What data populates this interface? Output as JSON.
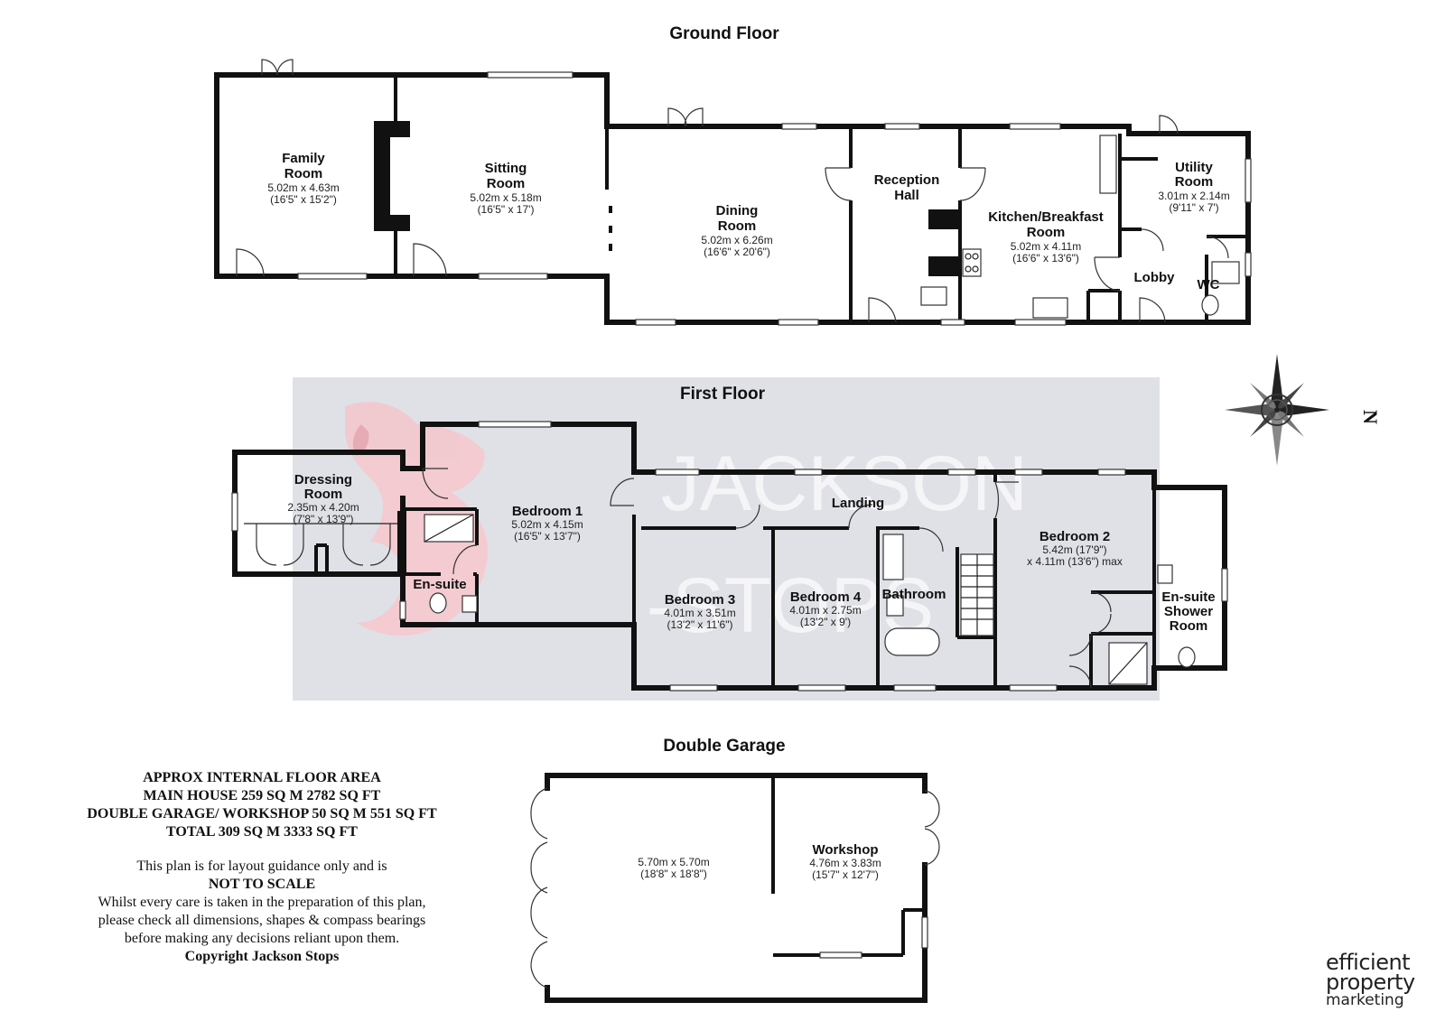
{
  "floors": {
    "ground": "Ground Floor",
    "first": "First Floor",
    "garage": "Double Garage"
  },
  "ground_rooms": {
    "family": {
      "name_1": "Family",
      "name_2": "Room",
      "metric": "5.02m x 4.63m",
      "imperial": "(16'5\" x 15'2\")"
    },
    "sitting": {
      "name_1": "Sitting",
      "name_2": "Room",
      "metric": "5.02m x 5.18m",
      "imperial": "(16'5\" x 17')"
    },
    "dining": {
      "name_1": "Dining",
      "name_2": "Room",
      "metric": "5.02m x 6.26m",
      "imperial": "(16'6\" x 20'6\")"
    },
    "reception": {
      "name_1": "Reception",
      "name_2": "Hall"
    },
    "kitchen": {
      "name_1": "Kitchen/Breakfast",
      "name_2": "Room",
      "metric": "5.02m x 4.11m",
      "imperial": "(16'6\" x 13'6\")"
    },
    "utility": {
      "name_1": "Utility",
      "name_2": "Room",
      "metric": "3.01m x 2.14m",
      "imperial": "(9'11\" x 7')"
    },
    "lobby": {
      "name": "Lobby"
    },
    "wc": {
      "name": "WC"
    }
  },
  "first_rooms": {
    "dressing": {
      "name_1": "Dressing",
      "name_2": "Room",
      "metric": "2.35m x 4.20m",
      "imperial": "(7'8\" x 13'9\")"
    },
    "bedroom1": {
      "name": "Bedroom 1",
      "metric": "5.02m x 4.15m",
      "imperial": "(16'5\" x 13'7\")"
    },
    "ensuite": {
      "name": "En-suite"
    },
    "landing": {
      "name": "Landing"
    },
    "bedroom3": {
      "name": "Bedroom 3",
      "metric": "4.01m x 3.51m",
      "imperial": "(13'2\" x 11'6\")"
    },
    "bedroom4": {
      "name": "Bedroom 4",
      "metric": "4.01m x 2.75m",
      "imperial": "(13'2\" x 9')"
    },
    "bathroom": {
      "name": "Bathroom"
    },
    "bedroom2": {
      "name": "Bedroom 2",
      "line_1": "5.42m (17'9\")",
      "line_2": "x 4.11m (13'6\") max"
    },
    "shower": {
      "name_1": "En-suite",
      "name_2": "Shower",
      "name_3": "Room"
    }
  },
  "garage_rooms": {
    "garage": {
      "metric": "5.70m x 5.70m",
      "imperial": "(18'8\" x 18'8\")"
    },
    "workshop": {
      "name": "Workshop",
      "metric": "4.76m x 3.83m",
      "imperial": "(15'7\" x 12'7\")"
    }
  },
  "compass": {
    "label": "N"
  },
  "watermark": {
    "line_1": "JACKSON",
    "line_2": "-STOPS"
  },
  "area_notes": [
    "APPROX INTERNAL FLOOR AREA",
    "MAIN HOUSE 259 SQ M 2782 SQ FT",
    "DOUBLE GARAGE/ WORKSHOP 50 SQ M 551 SQ FT",
    "TOTAL 309 SQ M 3333 SQ FT"
  ],
  "disclaimer": [
    "This plan is for layout guidance only and is",
    "NOT TO SCALE",
    "Whilst every care is taken in the preparation of this plan,",
    "please check all dimensions, shapes & compass bearings",
    "before making any decisions reliant upon them.",
    "Copyright Jackson Stops"
  ],
  "brand": {
    "line_1": "efficient",
    "line_2": "property",
    "line_3": "marketing"
  },
  "colors": {
    "wall": "#111111",
    "watermark_band": "#dfe1e6",
    "watermark_logo": "#f3c9cf",
    "watermark_text": "#f7f7f8"
  }
}
